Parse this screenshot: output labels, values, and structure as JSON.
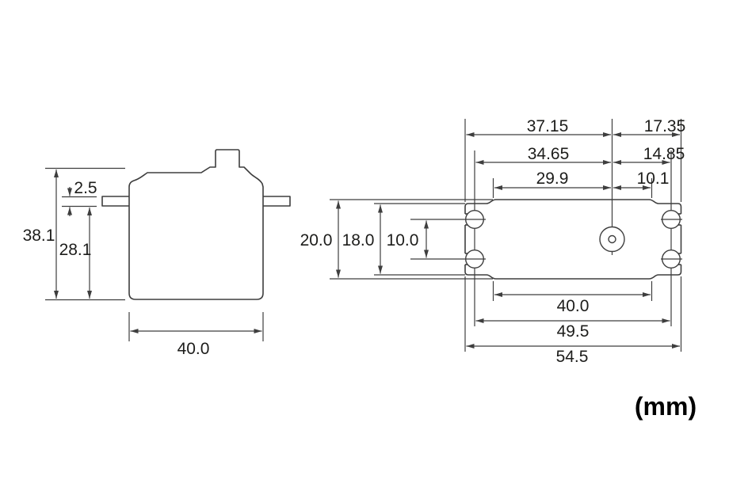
{
  "units_label": "(mm)",
  "side_view": {
    "overall_height": "38.1",
    "flange_thickness": "2.5",
    "flange_bottom_to_base": "28.1",
    "body_width": "40.0"
  },
  "top_view": {
    "flange_edge_to_axis_left": "37.15",
    "axis_to_flange_edge_right": "17.35",
    "mount_holes_to_axis_left": "34.65",
    "axis_to_mount_holes_right": "14.85",
    "body_to_axis_left": "29.9",
    "axis_to_body_right": "10.1",
    "body_depth": "20.0",
    "flange_depth": "18.0",
    "mount_hole_pitch": "10.0",
    "body_width": "40.0",
    "mount_hole_span": "49.5",
    "flange_span": "54.5"
  }
}
